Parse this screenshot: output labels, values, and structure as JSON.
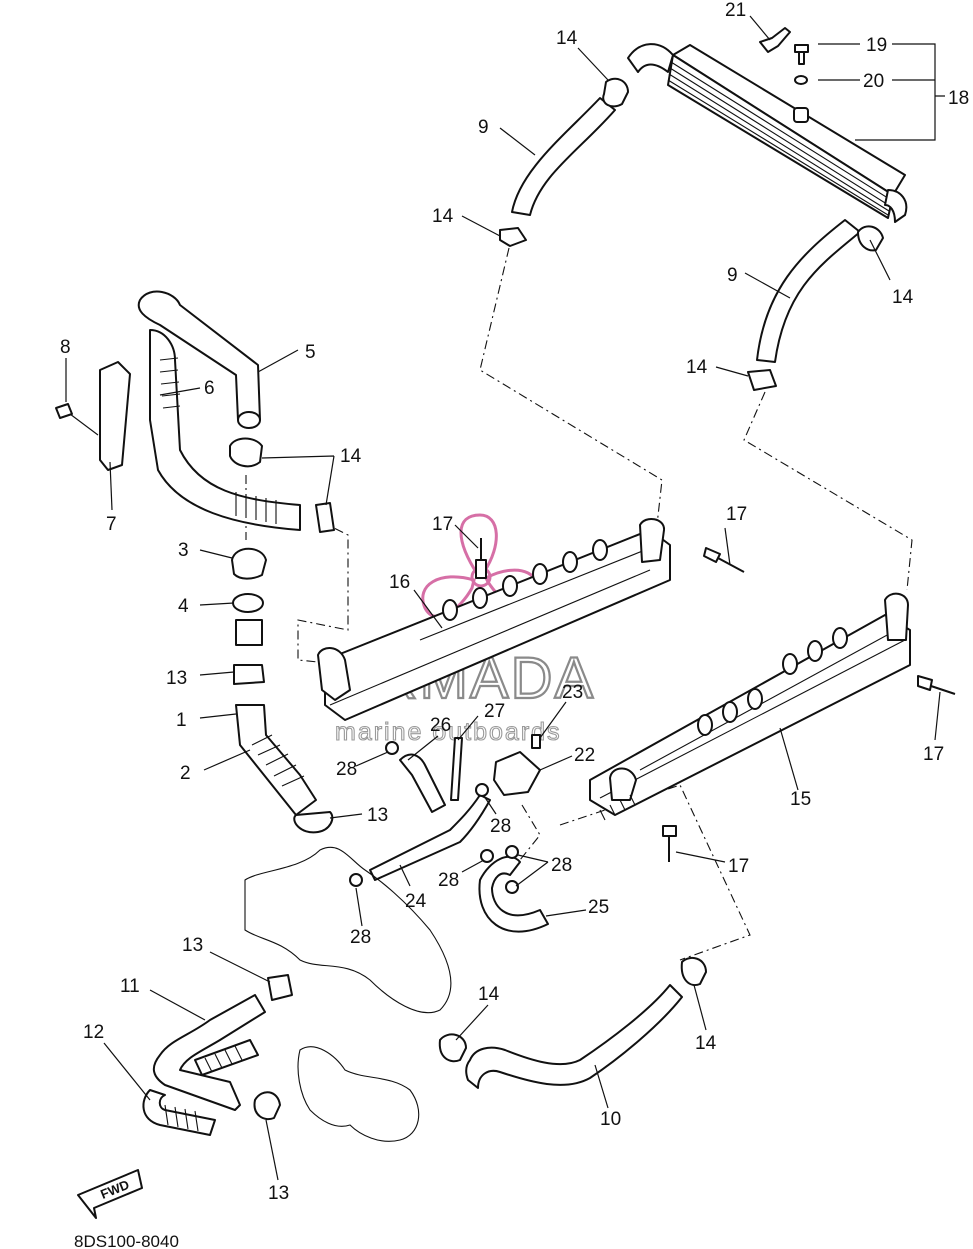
{
  "diagram": {
    "code": "8DS100-8040",
    "fwd_label": "FWD",
    "watermark": {
      "brand": "ARMADA",
      "tagline": "marine outboards",
      "color": "#d66fa6"
    },
    "labels": {
      "p21": "21",
      "p19": "19",
      "p20": "20",
      "p18": "18",
      "p14a": "14",
      "p9a": "9",
      "p14b": "14",
      "p14c": "14",
      "p9b": "9",
      "p14d": "14",
      "p8": "8",
      "p5": "5",
      "p6": "6",
      "p7": "7",
      "p14e": "14",
      "p3": "3",
      "p4": "4",
      "p13a": "13",
      "p1": "1",
      "p2": "2",
      "p17a": "17",
      "p16": "16",
      "p17b": "17",
      "p17c": "17",
      "p17d": "17",
      "p15": "15",
      "p26": "26",
      "p27": "27",
      "p23": "23",
      "p22": "22",
      "p28a": "28",
      "p28b": "28",
      "p28c": "28",
      "p28d": "28",
      "p28e": "28",
      "p13b": "13",
      "p24": "24",
      "p25": "25",
      "p13c": "13",
      "p11": "11",
      "p12": "12",
      "p14f": "14",
      "p14g": "14",
      "p10": "10",
      "p13d": "13"
    }
  }
}
